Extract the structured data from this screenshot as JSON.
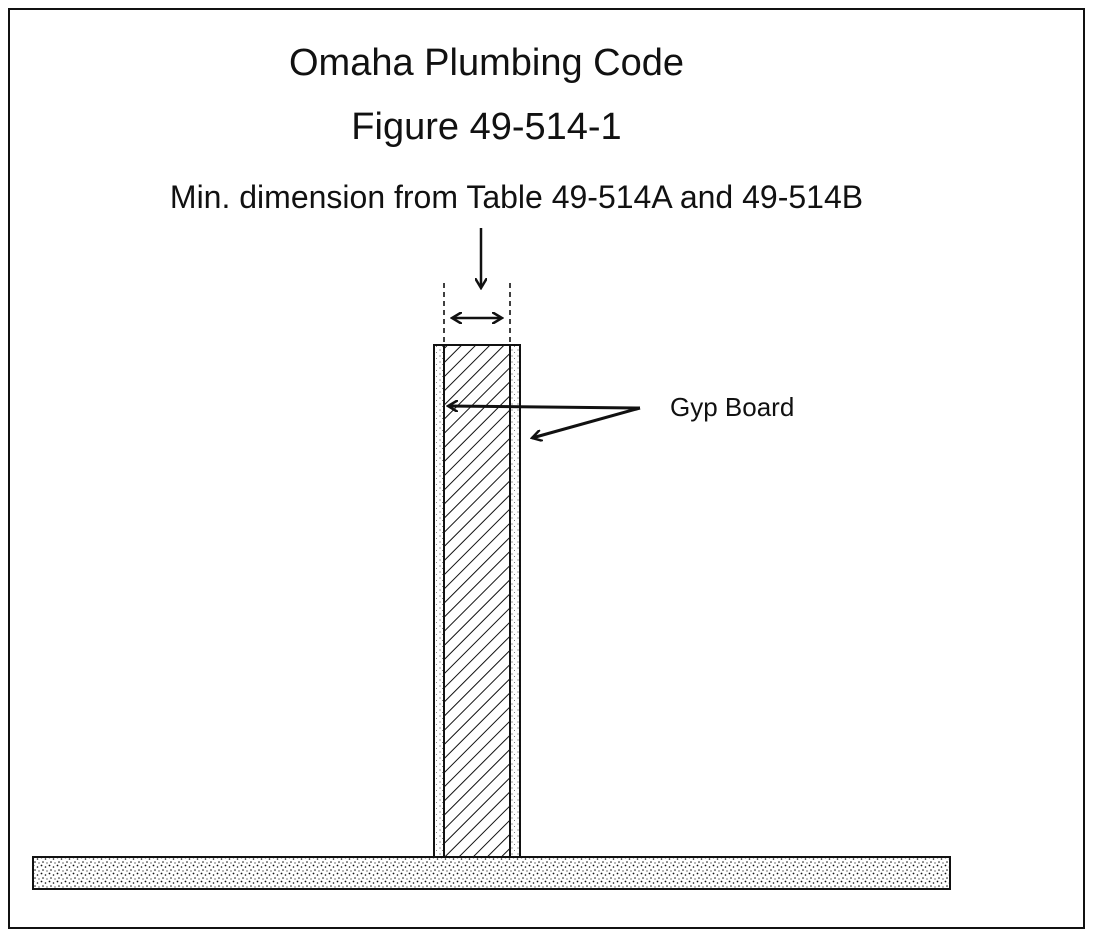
{
  "figure": {
    "title_line_1": "Omaha Plumbing Code",
    "title_line_2": "Figure 49-514-1",
    "dimension_label": "Min. dimension from Table 49-514A and 49-514B",
    "gyp_board_label": "Gyp Board"
  },
  "colors": {
    "ink": "#111111",
    "paper": "#ffffff"
  }
}
